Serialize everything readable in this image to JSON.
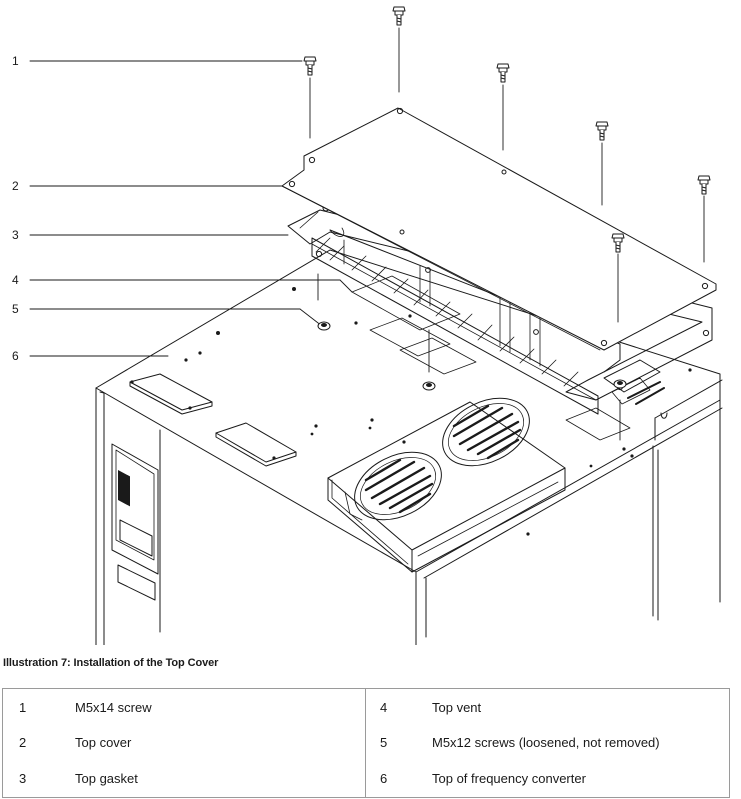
{
  "figure": {
    "callouts": [
      "1",
      "2",
      "3",
      "4",
      "5",
      "6"
    ]
  },
  "caption": "Illustration 7: Installation of the Top Cover",
  "legend": [
    {
      "num": "1",
      "label": "M5x14 screw"
    },
    {
      "num": "2",
      "label": "Top cover"
    },
    {
      "num": "3",
      "label": "Top gasket"
    },
    {
      "num": "4",
      "label": "Top vent"
    },
    {
      "num": "5",
      "label": "M5x12 screws (loosened, not removed)"
    },
    {
      "num": "6",
      "label": "Top of frequency converter"
    }
  ]
}
